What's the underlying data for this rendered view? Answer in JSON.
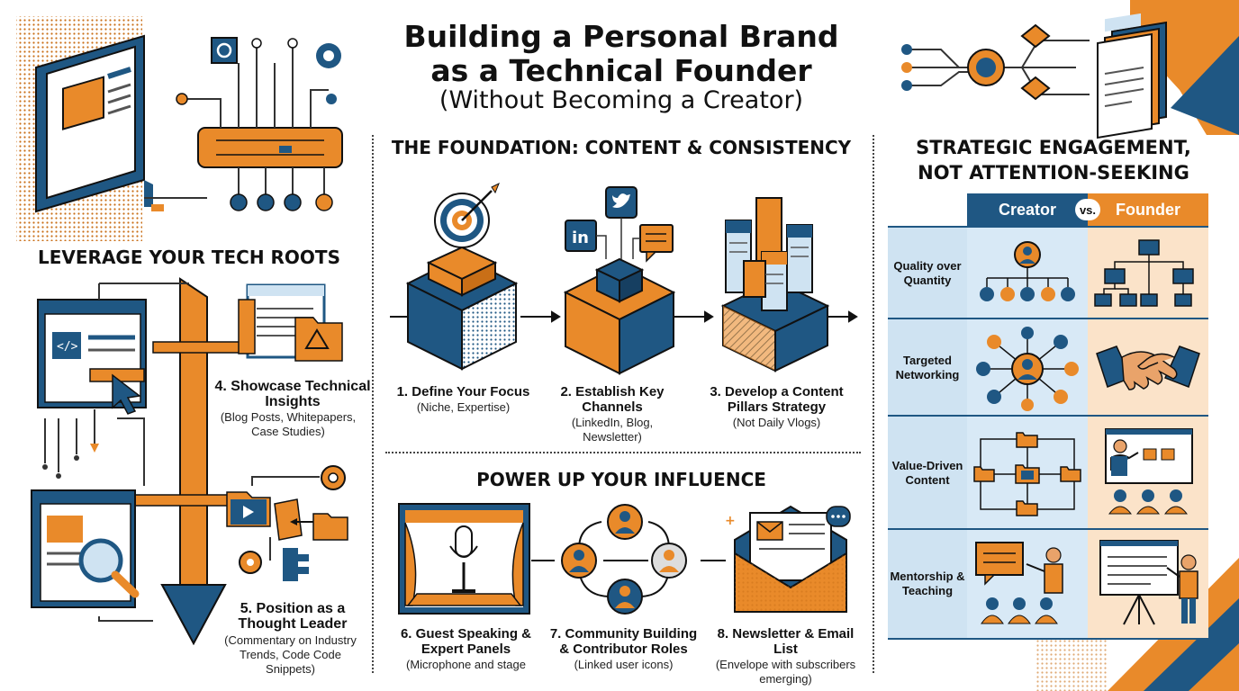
{
  "title": {
    "line1": "Building a Personal Brand",
    "line2": "as a Technical Founder",
    "subtitle": "(Without Becoming a Creator)"
  },
  "colors": {
    "navy": "#1f5783",
    "orange": "#e98a2a",
    "light_blue": "#cfe3f2",
    "light_orange": "#fbe3c9"
  },
  "left": {
    "heading": "LEVERAGE YOUR TECH ROOTS",
    "step4": {
      "title": "4. Showcase Technical Insights",
      "sub": "(Blog Posts, Whitepapers, Case Studies)"
    },
    "step5": {
      "title": "5. Position as a Thought Leader",
      "sub": "(Commentary on Industry Trends, Code Code Snippets)"
    }
  },
  "foundation": {
    "heading": "THE FOUNDATION: CONTENT & CONSISTENCY",
    "steps": [
      {
        "title": "1. Define Your Focus",
        "sub": "(Niche, Expertise)",
        "icon": "target-icon"
      },
      {
        "title": "2. Establish Key Channels",
        "sub": "(LinkedIn, Blog, Newsletter)",
        "icon": "channels-icon"
      },
      {
        "title": "3. Develop a Content Pillars Strategy",
        "sub": "(Not Daily Vlogs)",
        "icon": "pillars-icon"
      }
    ]
  },
  "influence": {
    "heading": "POWER UP YOUR INFLUENCE",
    "steps": [
      {
        "title": "6. Guest Speaking & Expert Panels",
        "sub": "(Microphone and stage",
        "icon": "microphone-icon"
      },
      {
        "title": "7. Community Building & Contributor Roles",
        "sub": "(Linked user icons)",
        "icon": "users-icon"
      },
      {
        "title": "8. Newsletter & Email List",
        "sub": "(Envelope with subscribers emerging)",
        "icon": "envelope-icon"
      }
    ]
  },
  "engagement": {
    "heading_line1": "STRATEGIC ENGAGEMENT,",
    "heading_line2": "NOT ATTENTION-SEEKING",
    "col_creator": "Creator",
    "col_vs": "vs.",
    "col_founder": "Founder",
    "rows": [
      {
        "label": "Quality over Quantity"
      },
      {
        "label": "Targeted Networking"
      },
      {
        "label": "Value-Driven Content"
      },
      {
        "label": "Mentorship & Teaching"
      }
    ]
  }
}
